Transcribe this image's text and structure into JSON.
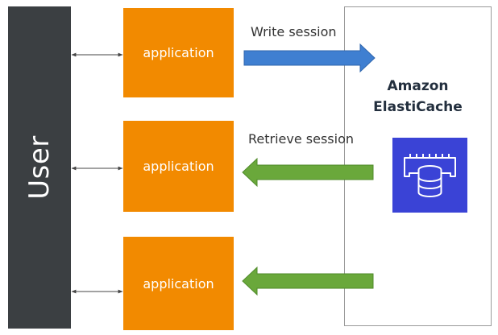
{
  "user": {
    "label": "User"
  },
  "applications": [
    {
      "label": "application"
    },
    {
      "label": "application"
    },
    {
      "label": "application"
    }
  ],
  "cache": {
    "title_line1": "Amazon",
    "title_line2": "ElastiCache",
    "icon": "elasticache-icon"
  },
  "edges": {
    "write_label": "Write session",
    "retrieve_label": "Retrieve session"
  },
  "colors": {
    "user_bar": "#3b3f42",
    "application": "#f28a00",
    "write_arrow": "#3f7fd1",
    "retrieve_arrow": "#6aa83b",
    "cache_icon": "#3a43d6"
  }
}
